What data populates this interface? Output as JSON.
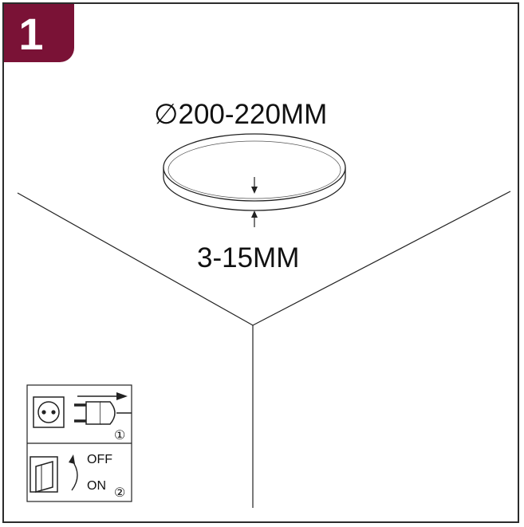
{
  "step": {
    "number": "1",
    "color": "#7a1236"
  },
  "hole": {
    "diameter_label": "∅200-220MM",
    "depth_label": "3-15MM"
  },
  "power_panel": {
    "unplug_marker": "①",
    "switch_off_label": "OFF",
    "switch_on_label": "ON",
    "switch_marker": "②"
  },
  "icons": [
    "socket-icon",
    "plug-icon",
    "arrow-right-icon",
    "rocker-switch-icon",
    "curved-arrow-icon"
  ]
}
